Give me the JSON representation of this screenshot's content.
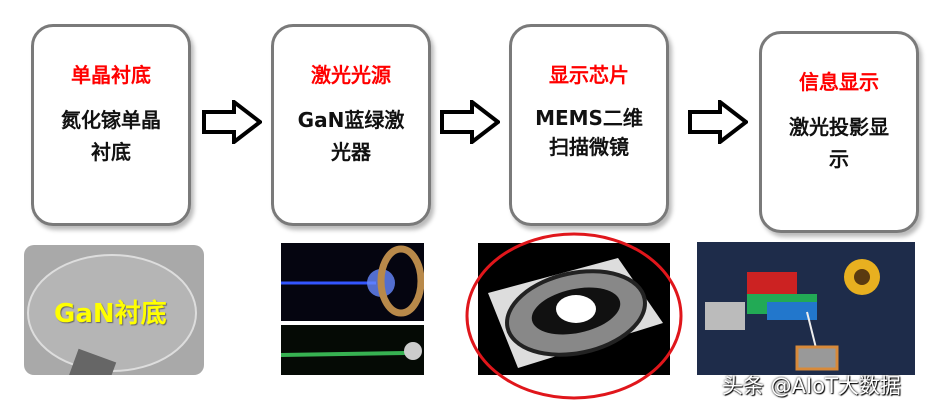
{
  "steps": [
    {
      "title": "单晶衬底",
      "desc": "氮化镓单晶衬底"
    },
    {
      "title": "激光光源",
      "desc": "GaN蓝绿激光器"
    },
    {
      "title": "显示芯片",
      "desc": "MEMS二维扫描微镜"
    },
    {
      "title": "信息显示",
      "desc": "激光投影显示"
    }
  ],
  "images": {
    "substrate_label": "GaN衬底"
  },
  "watermark": "头条 @AIoT大数据",
  "colors": {
    "title": "#ff0000",
    "highlight": "#e0161b",
    "label": "#ffff00"
  }
}
